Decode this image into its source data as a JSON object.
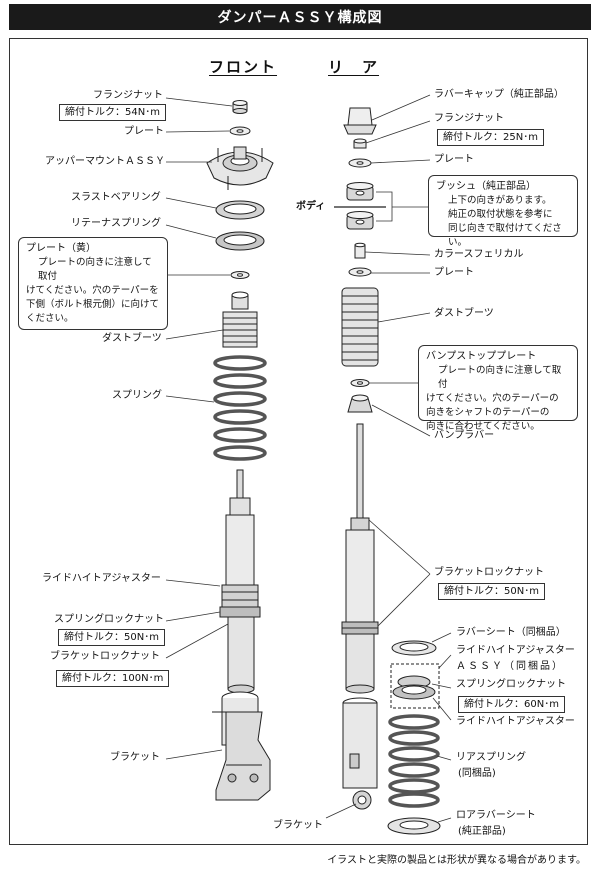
{
  "title": "ダンパーＡＳＳＹ構成図",
  "front": {
    "heading": "フロント",
    "labels": {
      "flange_nut": "フランジナット",
      "flange_torque": "締付トルク：54N･m",
      "plate": "プレート",
      "upper_mount": "アッパーマウントＡＳＳＹ",
      "thrust_bearing": "スラストベアリング",
      "retainer_spring": "リテーナスプリング",
      "dust_boot": "ダストブーツ",
      "spring": "スプリング",
      "ride_height": "ライドハイトアジャスター",
      "spring_lock": "スプリングロックナット",
      "spring_lock_torque": "締付トルク：50N･m",
      "bracket_lock": "ブラケットロックナット",
      "bracket_lock_torque": "締付トルク：100N･m",
      "bracket": "ブラケット"
    },
    "note_plate": {
      "title": "プレート（黄）",
      "lines": [
        "プレートの向きに注意して取付",
        "けてください。穴のテーパーを",
        "下側（ボルト根元側）に向けて",
        "ください。"
      ]
    }
  },
  "rear": {
    "heading": "リ　ア",
    "labels": {
      "rubber_cap": "ラバーキャップ（純正部品）",
      "flange_nut": "フランジナット",
      "flange_torque": "締付トルク：25N･m",
      "plate": "プレート",
      "body": "ボディ",
      "collar": "カラースフェリカル",
      "plate2": "プレート",
      "dust_boot": "ダストブーツ",
      "bump_rubber": "バンプラバー",
      "bracket_lock": "ブラケットロックナット",
      "bracket_lock_torque": "締付トルク：50N･m",
      "rubber_seat": "ラバーシート（同梱品）",
      "ride_height_assy_1": "ライドハイトアジャスター",
      "ride_height_assy_2": "ＡＳＳＹ（同梱品）",
      "spring_lock": "スプリングロックナット",
      "spring_lock_torque": "締付トルク：60N･m",
      "ride_height": "ライドハイトアジャスター",
      "rear_spring_1": "リアスプリング",
      "rear_spring_2": "(同梱品)",
      "bracket": "ブラケット",
      "lower_seat_1": "ロアラバーシート",
      "lower_seat_2": "(純正部品)"
    },
    "note_bush": {
      "title": "ブッシュ（純正部品）",
      "lines": [
        "上下の向きがあります。",
        "純正の取付状態を参考に",
        "同じ向きで取付けてください。"
      ]
    },
    "note_bump": {
      "title": "バンプストッププレート",
      "lines": [
        "プレートの向きに注意して取付",
        "けてください。穴のテーパーの",
        "向きをシャフトのテーパーの",
        "向きに合わせてください。"
      ]
    }
  },
  "footer": "イラストと実際の製品とは形状が異なる場合があります。"
}
